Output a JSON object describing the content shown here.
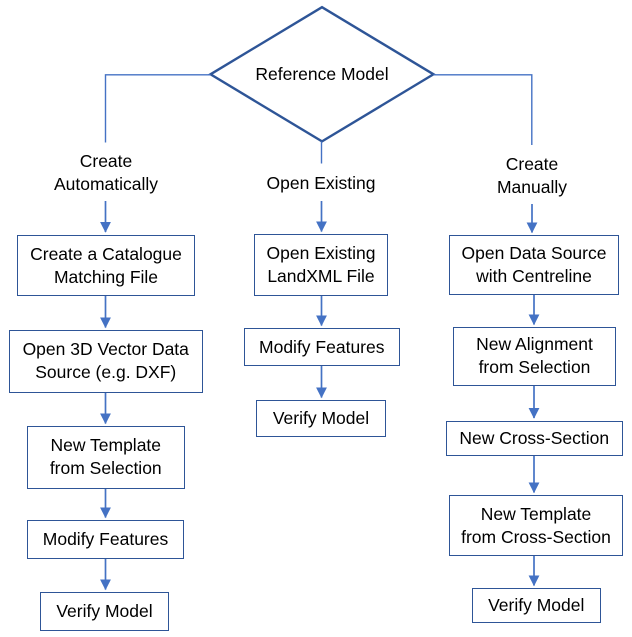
{
  "colors": {
    "shape_border": "#2e5597",
    "connector": "#4472c4",
    "text": "#000000",
    "background": "#ffffff"
  },
  "decision": {
    "label": "Reference Model"
  },
  "branches": [
    {
      "id": "create-automatically",
      "label_lines": [
        "Create",
        "Automatically"
      ],
      "steps": [
        {
          "lines": [
            "Create a Catalogue",
            "Matching File"
          ]
        },
        {
          "lines": [
            "Open 3D Vector Data",
            "Source (e.g. DXF)"
          ]
        },
        {
          "lines": [
            "New Template",
            "from Selection"
          ]
        },
        {
          "lines": [
            "Modify Features"
          ]
        },
        {
          "lines": [
            "Verify Model"
          ]
        }
      ]
    },
    {
      "id": "open-existing",
      "label_lines": [
        "Open Existing"
      ],
      "steps": [
        {
          "lines": [
            "Open Existing",
            "LandXML File"
          ]
        },
        {
          "lines": [
            "Modify Features"
          ]
        },
        {
          "lines": [
            "Verify Model"
          ]
        }
      ]
    },
    {
      "id": "create-manually",
      "label_lines": [
        "Create",
        "Manually"
      ],
      "steps": [
        {
          "lines": [
            "Open Data Source",
            "with Centreline"
          ]
        },
        {
          "lines": [
            "New Alignment",
            "from Selection"
          ]
        },
        {
          "lines": [
            "New Cross-Section"
          ]
        },
        {
          "lines": [
            "New Template",
            "from Cross-Section"
          ]
        },
        {
          "lines": [
            "Verify Model"
          ]
        }
      ]
    }
  ]
}
